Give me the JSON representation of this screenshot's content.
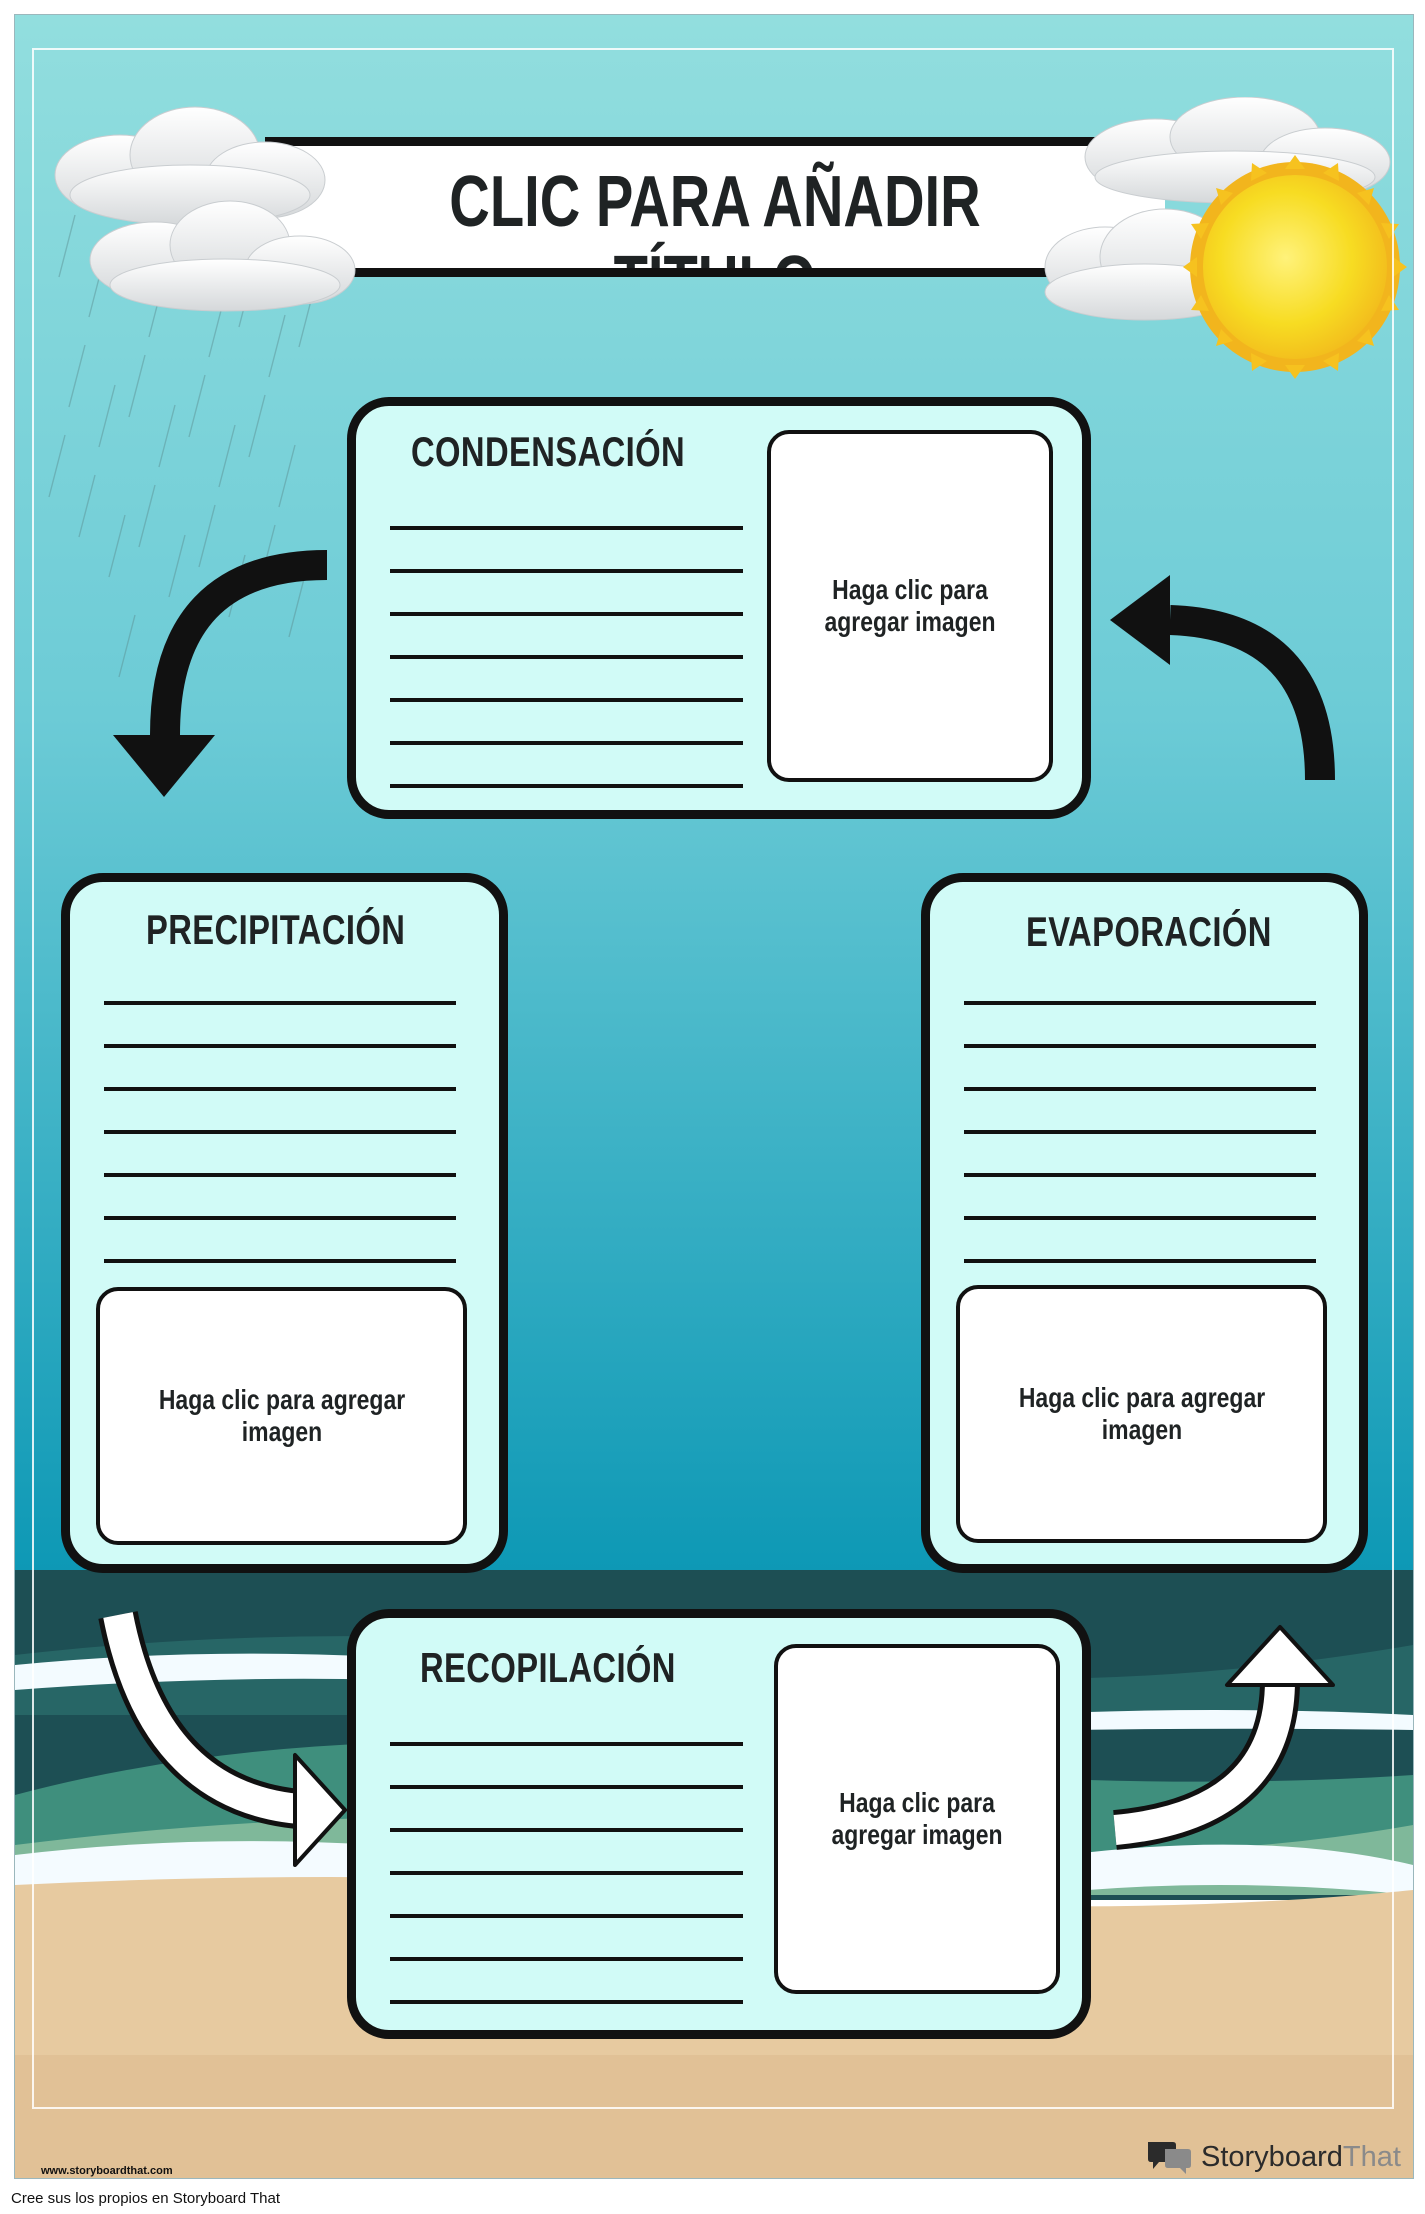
{
  "poster": {
    "title": "CLIC PARA AÑADIR TÍTULO"
  },
  "cards": [
    {
      "heading": "CONDENSACIÓN",
      "image_prompt": "Haga clic para agregar imagen"
    },
    {
      "heading": "PRECIPITACIÓN",
      "image_prompt": "Haga clic para agregar imagen"
    },
    {
      "heading": "EVAPORACIÓN",
      "image_prompt": "Haga clic para agregar imagen"
    },
    {
      "heading": "RECOPILACIÓN",
      "image_prompt": "Haga clic para agregar imagen"
    }
  ],
  "watermark": {
    "url": "www.storyboardthat.com",
    "brand_part1": "Storyboard",
    "brand_part2": "That"
  },
  "footer": {
    "text": "Cree sus los propios en Storyboard That"
  },
  "colors": {
    "sky_top": "#8fdcdc",
    "sea": "#0f9ab5",
    "sand": "#e7caa0",
    "card_fill": "#d1fbf7",
    "sun": "#f7d21c"
  }
}
